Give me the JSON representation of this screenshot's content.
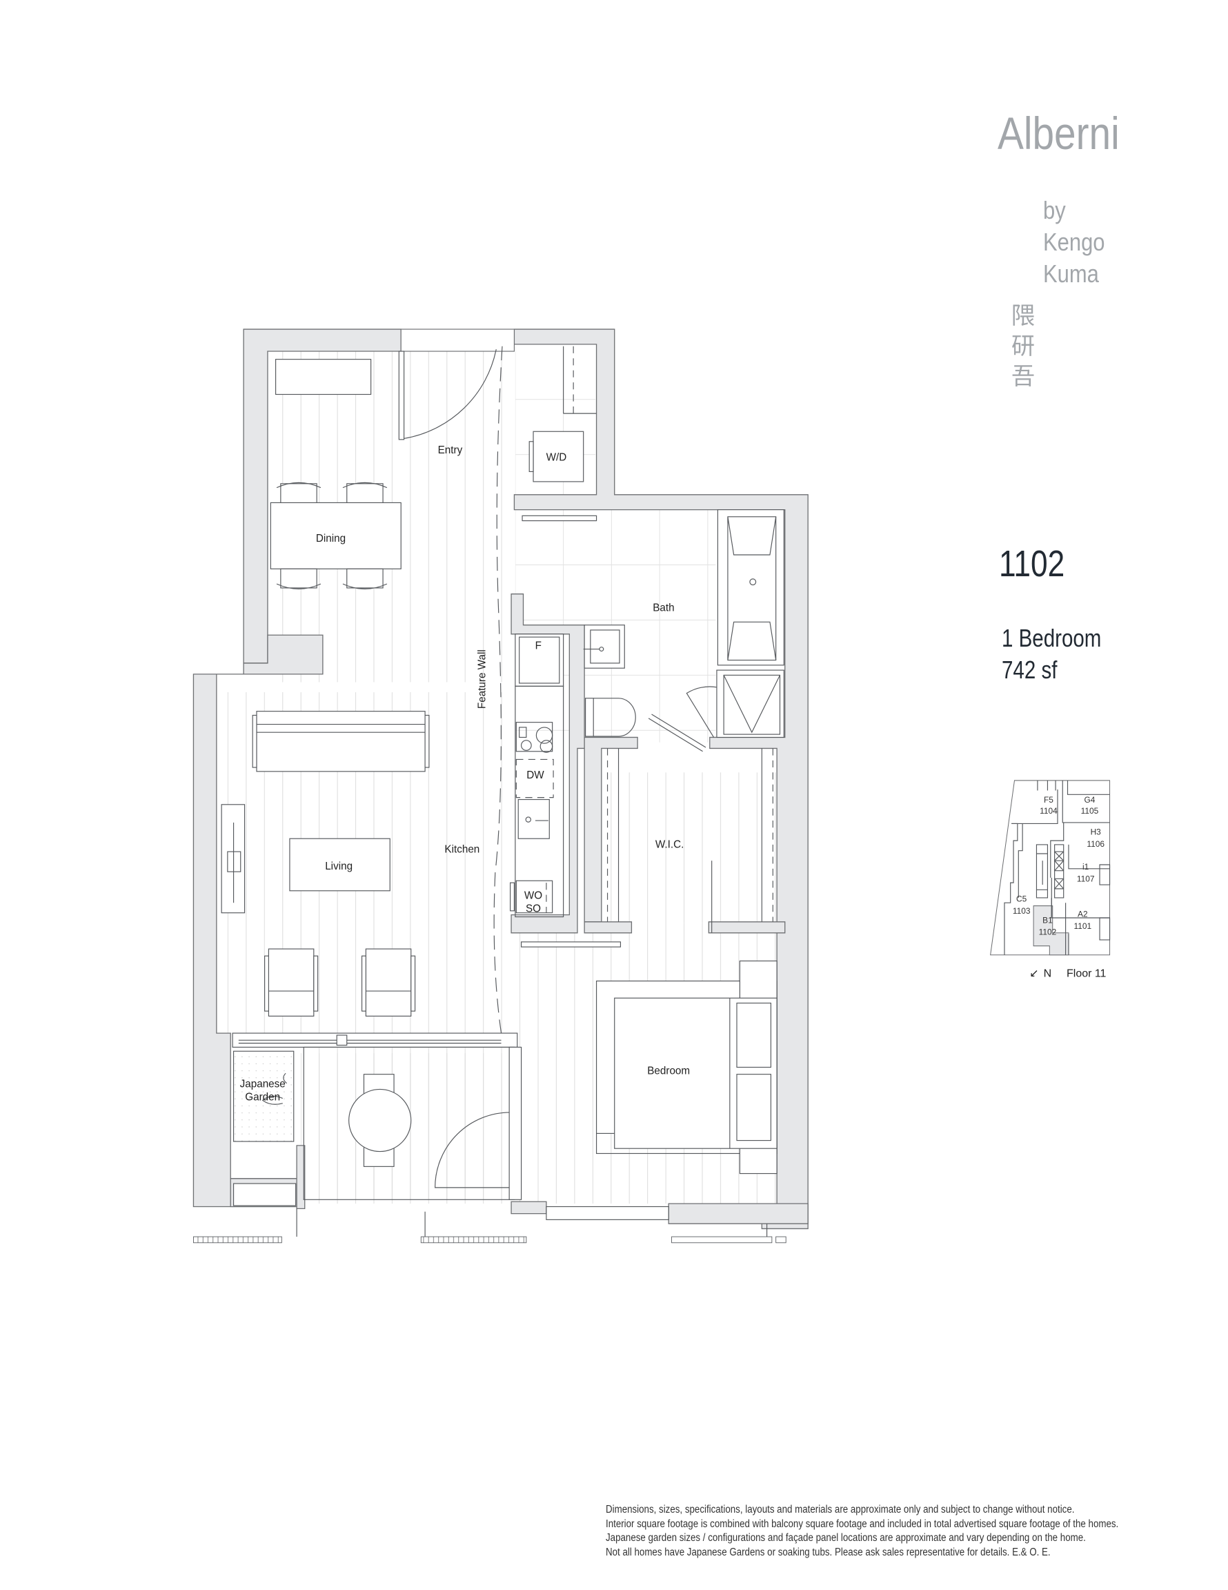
{
  "brand": {
    "title": "Alberni",
    "byline": [
      "by",
      "Kengo",
      "Kuma"
    ],
    "kanji": [
      "隈",
      "研",
      "吾"
    ]
  },
  "unit": {
    "number": "1102",
    "type": "1 Bedroom",
    "area": "742 sf"
  },
  "floor_plan": {
    "rooms": {
      "entry": "Entry",
      "wd": "W/D",
      "dining": "Dining",
      "bath": "Bath",
      "fridge": "F",
      "feature_wall": "Feature Wall",
      "living": "Living",
      "kitchen": "Kitchen",
      "dishwasher": "DW",
      "wall_oven": "WO",
      "steam_oven": "SO",
      "wic": "W.I.C.",
      "bedroom": "Bedroom",
      "garden_line1": "Japanese",
      "garden_line2": "Garden"
    }
  },
  "key_plan": {
    "units": [
      {
        "code": "F5",
        "number": "1104"
      },
      {
        "code": "G4",
        "number": "1105"
      },
      {
        "code": "H3",
        "number": "1106"
      },
      {
        "code": "i1",
        "number": "1107"
      },
      {
        "code": "C5",
        "number": "1103"
      },
      {
        "code": "B1",
        "number": "1102",
        "highlighted": true
      },
      {
        "code": "A2",
        "number": "1101"
      }
    ],
    "north_arrow": "↙",
    "north_label": "N",
    "floor_label": "Floor 11",
    "highlight_color": "#e6e7e9"
  },
  "disclaimer": [
    "Dimensions, sizes, specifications, layouts and materials are approximate only and subject to change without notice.",
    "Interior square footage is combined with balcony square footage and included in total advertised square footage of the homes.",
    "Japanese garden sizes / configurations and façade panel locations are approximate and vary depending on the home.",
    "Not all homes have Japanese Gardens or soaking tubs. Please ask sales representative for details. E.& O. E."
  ],
  "colors": {
    "title_gray": "#a2a6aa",
    "text_dark": "#222a33",
    "wall_fill": "#e6e7e9"
  }
}
